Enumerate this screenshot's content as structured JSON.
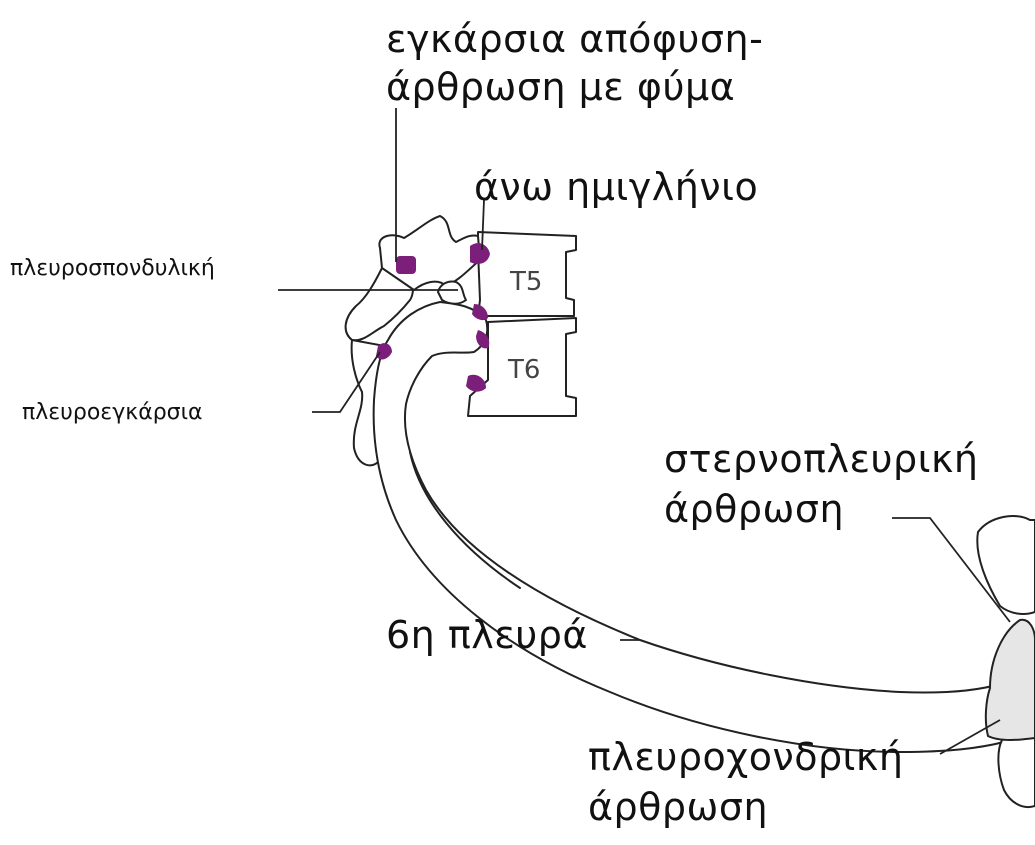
{
  "labels": {
    "transverse_line1": "εγκάρσια απόφυση-",
    "transverse_line2": "άρθρωση με φύμα",
    "upper_demifacet": "άνω ημιγλήνιο",
    "costovertebral": "πλευροσπονδυλική",
    "costotransverse": "πλευροεγκάρσια",
    "sternocostal_line1": "στερνοπλευρική",
    "sternocostal_line2": "άρθρωση",
    "sixth_rib": "6η πλευρά",
    "costochondral_line1": "πλευροχονδρική",
    "costochondral_line2": "άρθρωση"
  },
  "vertebrae": {
    "upper": "T5",
    "lower": "T6"
  },
  "colors": {
    "facet": "#7b1f7a",
    "cartilage": "#e6e6e6",
    "outline": "#222222"
  }
}
